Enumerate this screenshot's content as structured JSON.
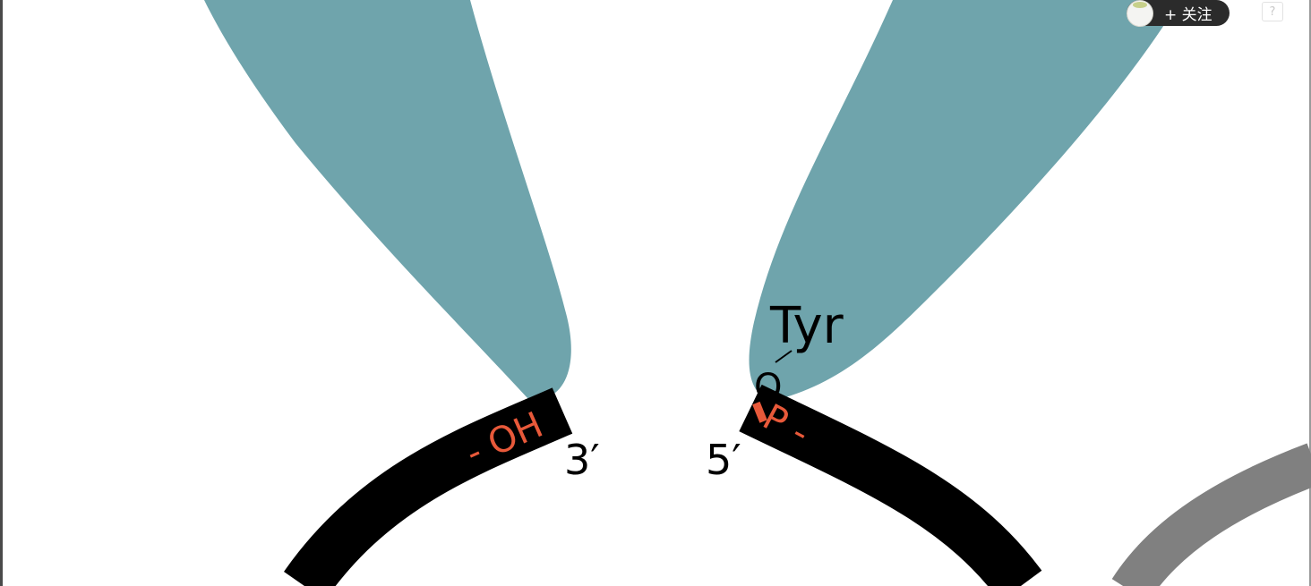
{
  "diagram": {
    "labels": {
      "tyr": "Tyr",
      "oxygen": "O",
      "hydroxyl": "- OH",
      "phosphate": "P -",
      "three_prime": "3′",
      "five_prime": "5′"
    },
    "colors": {
      "enzyme": "#6fa4ac",
      "dna_strand": "#000000",
      "second_strand": "#808080",
      "chemical_group": "#e8593a"
    }
  },
  "overlay": {
    "follow_label": "+ 关注",
    "help_label": "?"
  }
}
